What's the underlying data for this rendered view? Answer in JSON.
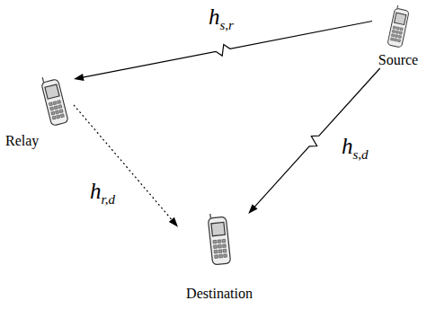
{
  "diagram": {
    "nodes": [
      {
        "text": [
          "Source"
        ]
      },
      {
        "text": [
          "Relay"
        ]
      },
      {
        "text": [
          "Destination"
        ]
      }
    ],
    "edges": [
      {
        "from": 0,
        "to": 1,
        "arrow": "to",
        "label": "hs,r"
      },
      {
        "from": 0,
        "to": 2,
        "arrow": "to",
        "label": "hs,d"
      },
      {
        "from": 1,
        "to": 2,
        "arrow": "to",
        "label": "hr,d"
      }
    ]
  }
}
